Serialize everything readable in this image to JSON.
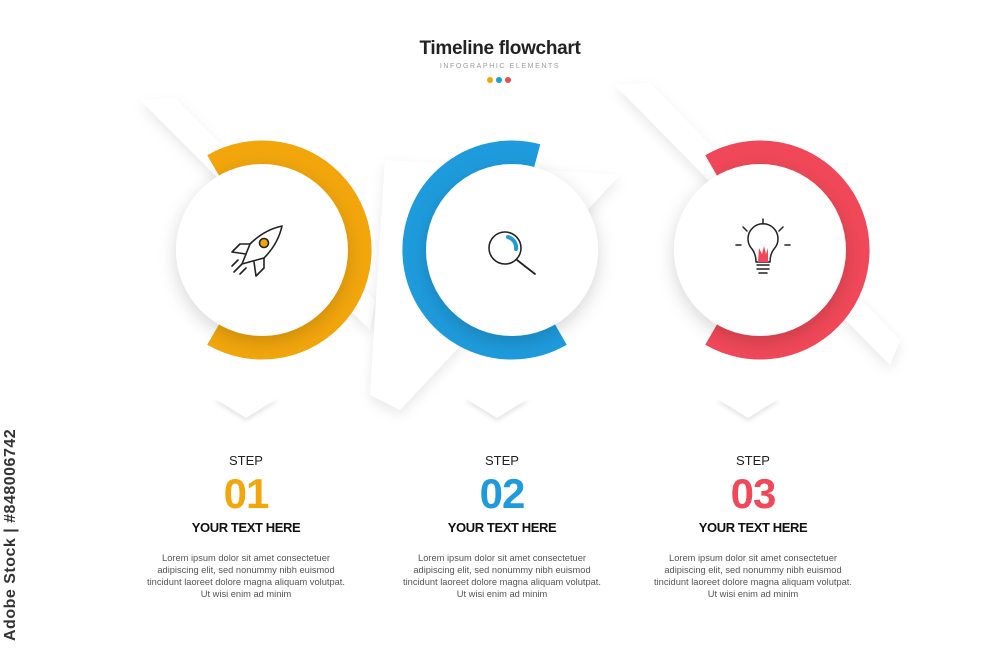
{
  "header": {
    "title": "Timeline flowchart",
    "subtitle": "INFOGRAPHIC ELEMENTS"
  },
  "colors": {
    "orange": "#F2A60C",
    "blue": "#1E9BDC",
    "red": "#F04858",
    "background": "#FFFFFF"
  },
  "steps": [
    {
      "label": "STEP",
      "number": "01",
      "heading": "YOUR TEXT HERE",
      "body": "Lorem ipsum dolor sit amet consectetuer adipiscing elit, sed nonummy nibh euismod tincidunt laoreet dolore magna aliquam volutpat. Ut wisi enim ad minim",
      "icon": "rocket-icon",
      "color": "#F2A60C"
    },
    {
      "label": "STEP",
      "number": "02",
      "heading": "YOUR TEXT HERE",
      "body": "Lorem ipsum dolor sit amet consectetuer adipiscing elit, sed nonummy nibh euismod tincidunt laoreet dolore magna aliquam volutpat. Ut wisi enim ad minim",
      "icon": "magnifier-icon",
      "color": "#1E9BDC"
    },
    {
      "label": "STEP",
      "number": "03",
      "heading": "YOUR TEXT HERE",
      "body": "Lorem ipsum dolor sit amet consectetuer adipiscing elit, sed nonummy nibh euismod tincidunt laoreet dolore magna aliquam volutpat. Ut wisi enim ad minim",
      "icon": "lightbulb-icon",
      "color": "#F04858"
    }
  ],
  "watermark": {
    "stock_id": "Adobe Stock | #848006742"
  }
}
